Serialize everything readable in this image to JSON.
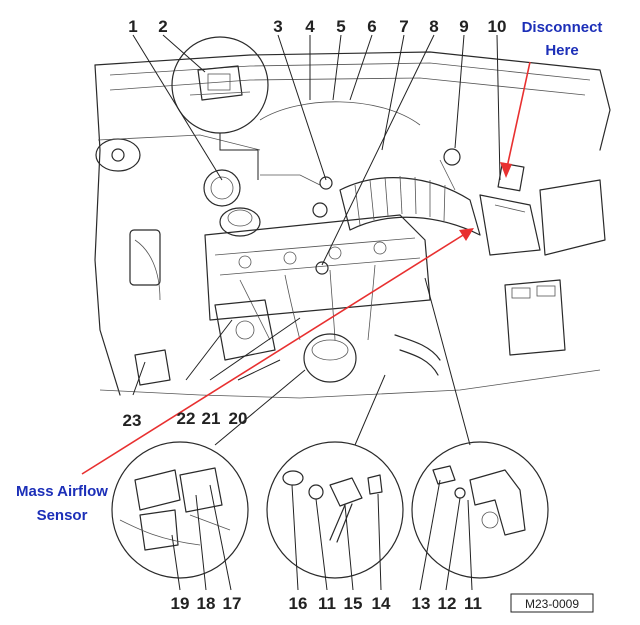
{
  "callouts": {
    "top": [
      "1",
      "2",
      "3",
      "4",
      "5",
      "6",
      "7",
      "8",
      "9",
      "10"
    ],
    "left_bottom": [
      "23",
      "22",
      "21",
      "20"
    ],
    "inset_left": [
      "19",
      "18",
      "17"
    ],
    "inset_middle": [
      "16",
      "11",
      "15",
      "14"
    ],
    "inset_right": [
      "13",
      "12",
      "11"
    ]
  },
  "annotations": {
    "disconnect": [
      "Disconnect",
      "Here"
    ],
    "sensor": [
      "Mass Airflow",
      "Sensor"
    ]
  },
  "figure_code": "M23-0009",
  "colors": {
    "annotation_text": "#1c2fb8",
    "arrow": "#e83030",
    "ink": "#2a2a2a"
  }
}
